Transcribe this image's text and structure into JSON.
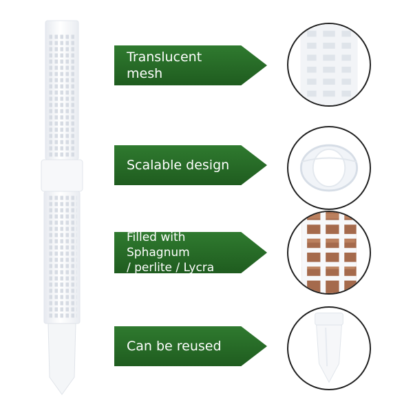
{
  "features": [
    {
      "lines": [
        "Translucent mesh"
      ]
    },
    {
      "lines": [
        "Scalable design"
      ]
    },
    {
      "lines": [
        "Filled with Sphagnum",
        "/ perlite / Lycra"
      ]
    },
    {
      "lines": [
        "Can be reused"
      ]
    }
  ],
  "icons": {
    "product": "plant-support-stick",
    "mesh": "mesh-closeup",
    "ring": "connector-ring",
    "filled": "filled-mesh-closeup",
    "spike": "spike-end"
  },
  "colors": {
    "label_green": "#2a6e2a",
    "circle_border": "#1f1f1f"
  }
}
